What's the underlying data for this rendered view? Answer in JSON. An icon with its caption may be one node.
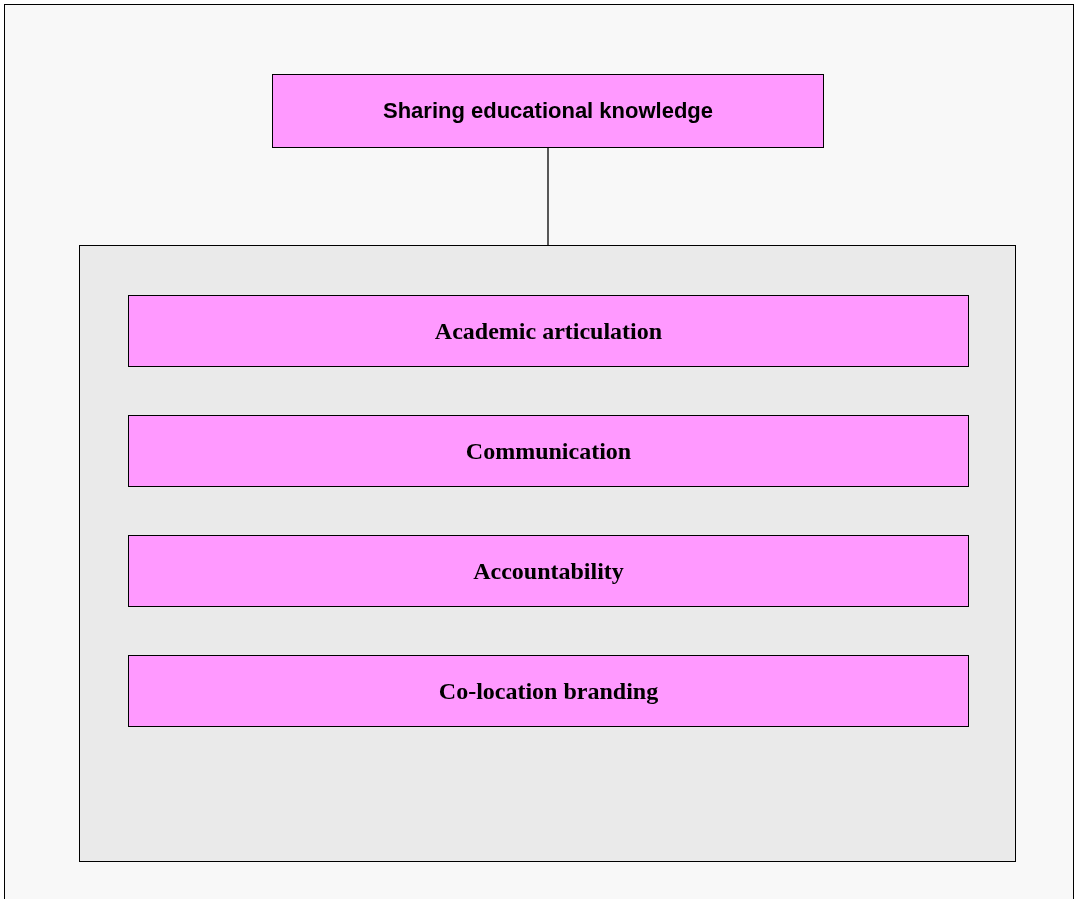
{
  "diagram": {
    "nodes": [
      {
        "text": [
          "Sharing educational knowledge"
        ]
      },
      {
        "text": [],
        "shape": "box"
      },
      {
        "text": [
          "Academic articulation"
        ],
        "in": 1
      },
      {
        "text": [
          "Communication"
        ],
        "in": 1
      },
      {
        "text": [
          "Accountability"
        ],
        "in": 1
      },
      {
        "text": [
          "Co-location branding"
        ],
        "in": 1
      }
    ],
    "edges": [
      {
        "from": 0,
        "to": 1,
        "arrow": "none"
      }
    ]
  }
}
